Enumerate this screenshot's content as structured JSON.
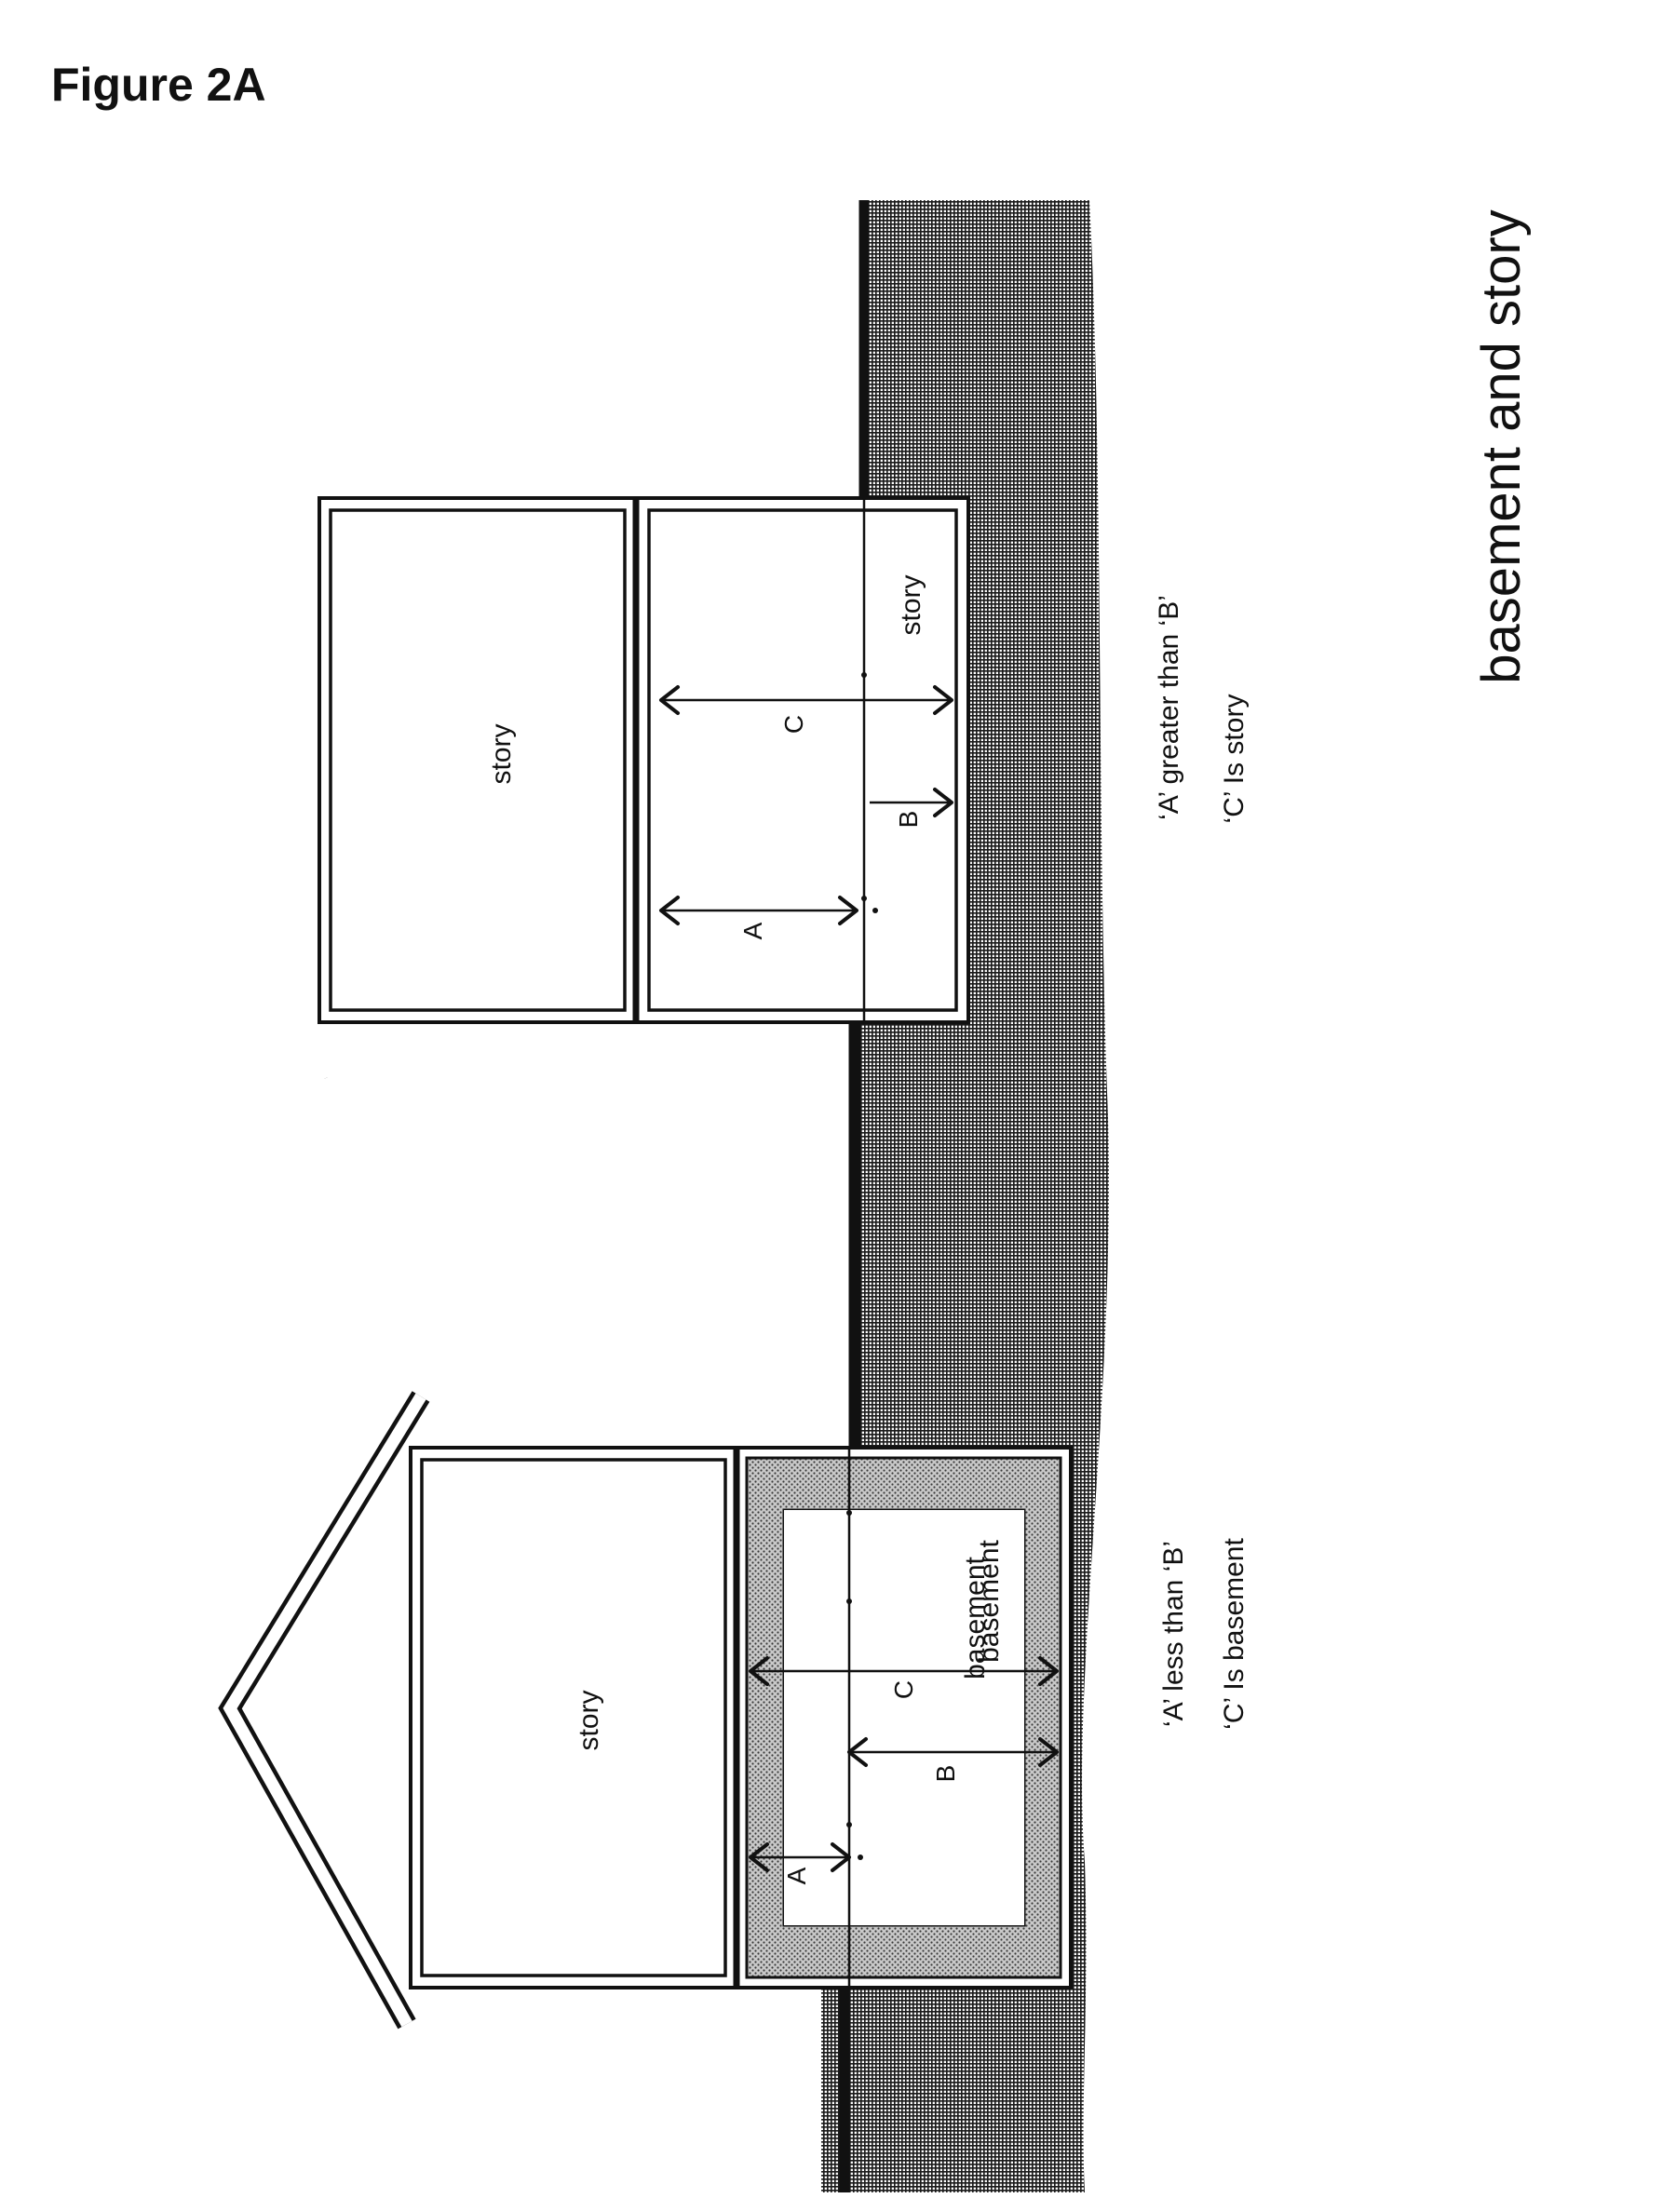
{
  "figure_label": "Figure 2A",
  "title": "basement and story",
  "house_story_case": {
    "upper_room": "story",
    "lower_room": "story",
    "dim_A": "A",
    "dim_B": "B",
    "dim_C": "C",
    "caption_line1": "‘A’ greater than ‘B’",
    "caption_line2": "‘C’ Is story"
  },
  "house_basement_case": {
    "upper_room": "story",
    "lower_room_upper": "basement",
    "lower_room_lower": "basement",
    "dim_A": "A",
    "dim_B": "B",
    "dim_C": "C",
    "caption_line1": "‘A’  less than ‘B’",
    "caption_line2": "‘C’  Is basement"
  },
  "colors": {
    "ink": "#111111",
    "paper": "#ffffff"
  }
}
